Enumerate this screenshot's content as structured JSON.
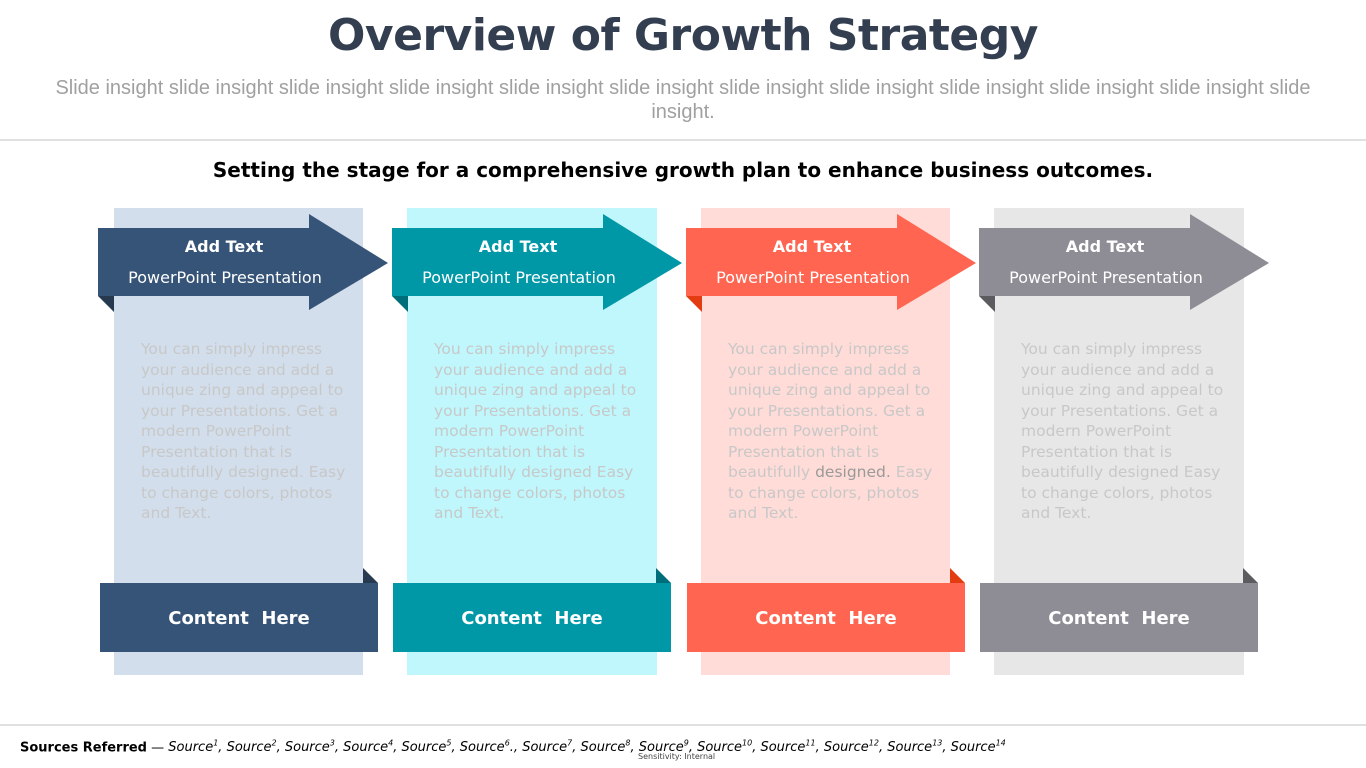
{
  "slide": {
    "title": "Overview of Growth Strategy",
    "insight": "Slide insight slide insight slide insight slide insight slide insight slide insight slide insight slide insight slide insight slide insight slide insight slide insight.",
    "tagline": "Setting the stage for a comprehensive growth plan to enhance business outcomes."
  },
  "columns": [
    {
      "heading": "Add Text",
      "subheading": "PowerPoint Presentation",
      "body_light": "You can simply impress your audience and add a unique zing and appeal to your Presentations. Get a modern PowerPoint  Presentation that is beautifully designed. Easy to change colors, photos and Text.",
      "body_dark": "",
      "body_rest": "",
      "footer": "Content  Here",
      "color": "#365478",
      "panel_color": "#d2deeb",
      "fold_color": "#26394f"
    },
    {
      "heading": "Add Text",
      "subheading": "PowerPoint Presentation",
      "body_light": "You can simply impress your audience and add a unique zing and appeal to your Presentations. Get a modern PowerPoint  Presentation that is beautifully designed Easy to change colors, photos and Text.",
      "body_dark": "",
      "body_rest": "",
      "footer": "Content  Here",
      "color": "#0097a7",
      "panel_color": "#bff7fc",
      "fold_color": "#006e7a"
    },
    {
      "heading": "Add Text",
      "subheading": "PowerPoint Presentation",
      "body_light": "You can simply impress your audience and add a unique zing and appeal to your Presentations. Get a modern PowerPoint  Presentation that is beautifully ",
      "body_dark": "designed.",
      "body_rest": " Easy to change colors, photos and Text.",
      "footer": "Content  Here",
      "color": "#ff6550",
      "panel_color": "#ffdcd8",
      "fold_color": "#e23c10"
    },
    {
      "heading": "Add Text",
      "subheading": "PowerPoint Presentation",
      "body_light": "You can simply impress your audience and add a unique zing and appeal to your Presentations. Get a modern PowerPoint  Presentation that is beautifully designed Easy to change colors, photos and Text.",
      "body_dark": "",
      "body_rest": "",
      "footer": "Content  Here",
      "color": "#8e8c94",
      "panel_color": "#e7e7e7",
      "fold_color": "#5c5b60"
    }
  ],
  "footer": {
    "sources_label": "Sources Referred",
    "sources_sep": " — ",
    "source_name": "Source",
    "sources": [
      {
        "n": "1",
        "after": ", "
      },
      {
        "n": "2",
        "after": ", "
      },
      {
        "n": "3",
        "after": ", "
      },
      {
        "n": "4",
        "after": ", "
      },
      {
        "n": "5",
        "after": ", "
      },
      {
        "n": "6",
        "after": "., "
      },
      {
        "n": "7",
        "after": ", "
      },
      {
        "n": "8",
        "after": ", "
      },
      {
        "n": "9",
        "after": ", "
      },
      {
        "n": "10",
        "after": ", "
      },
      {
        "n": "11",
        "after": ", "
      },
      {
        "n": "12",
        "after": ", "
      },
      {
        "n": "13",
        "after": ", "
      },
      {
        "n": "14",
        "after": ""
      }
    ],
    "sensitivity": "Sensitivity: Internal"
  }
}
